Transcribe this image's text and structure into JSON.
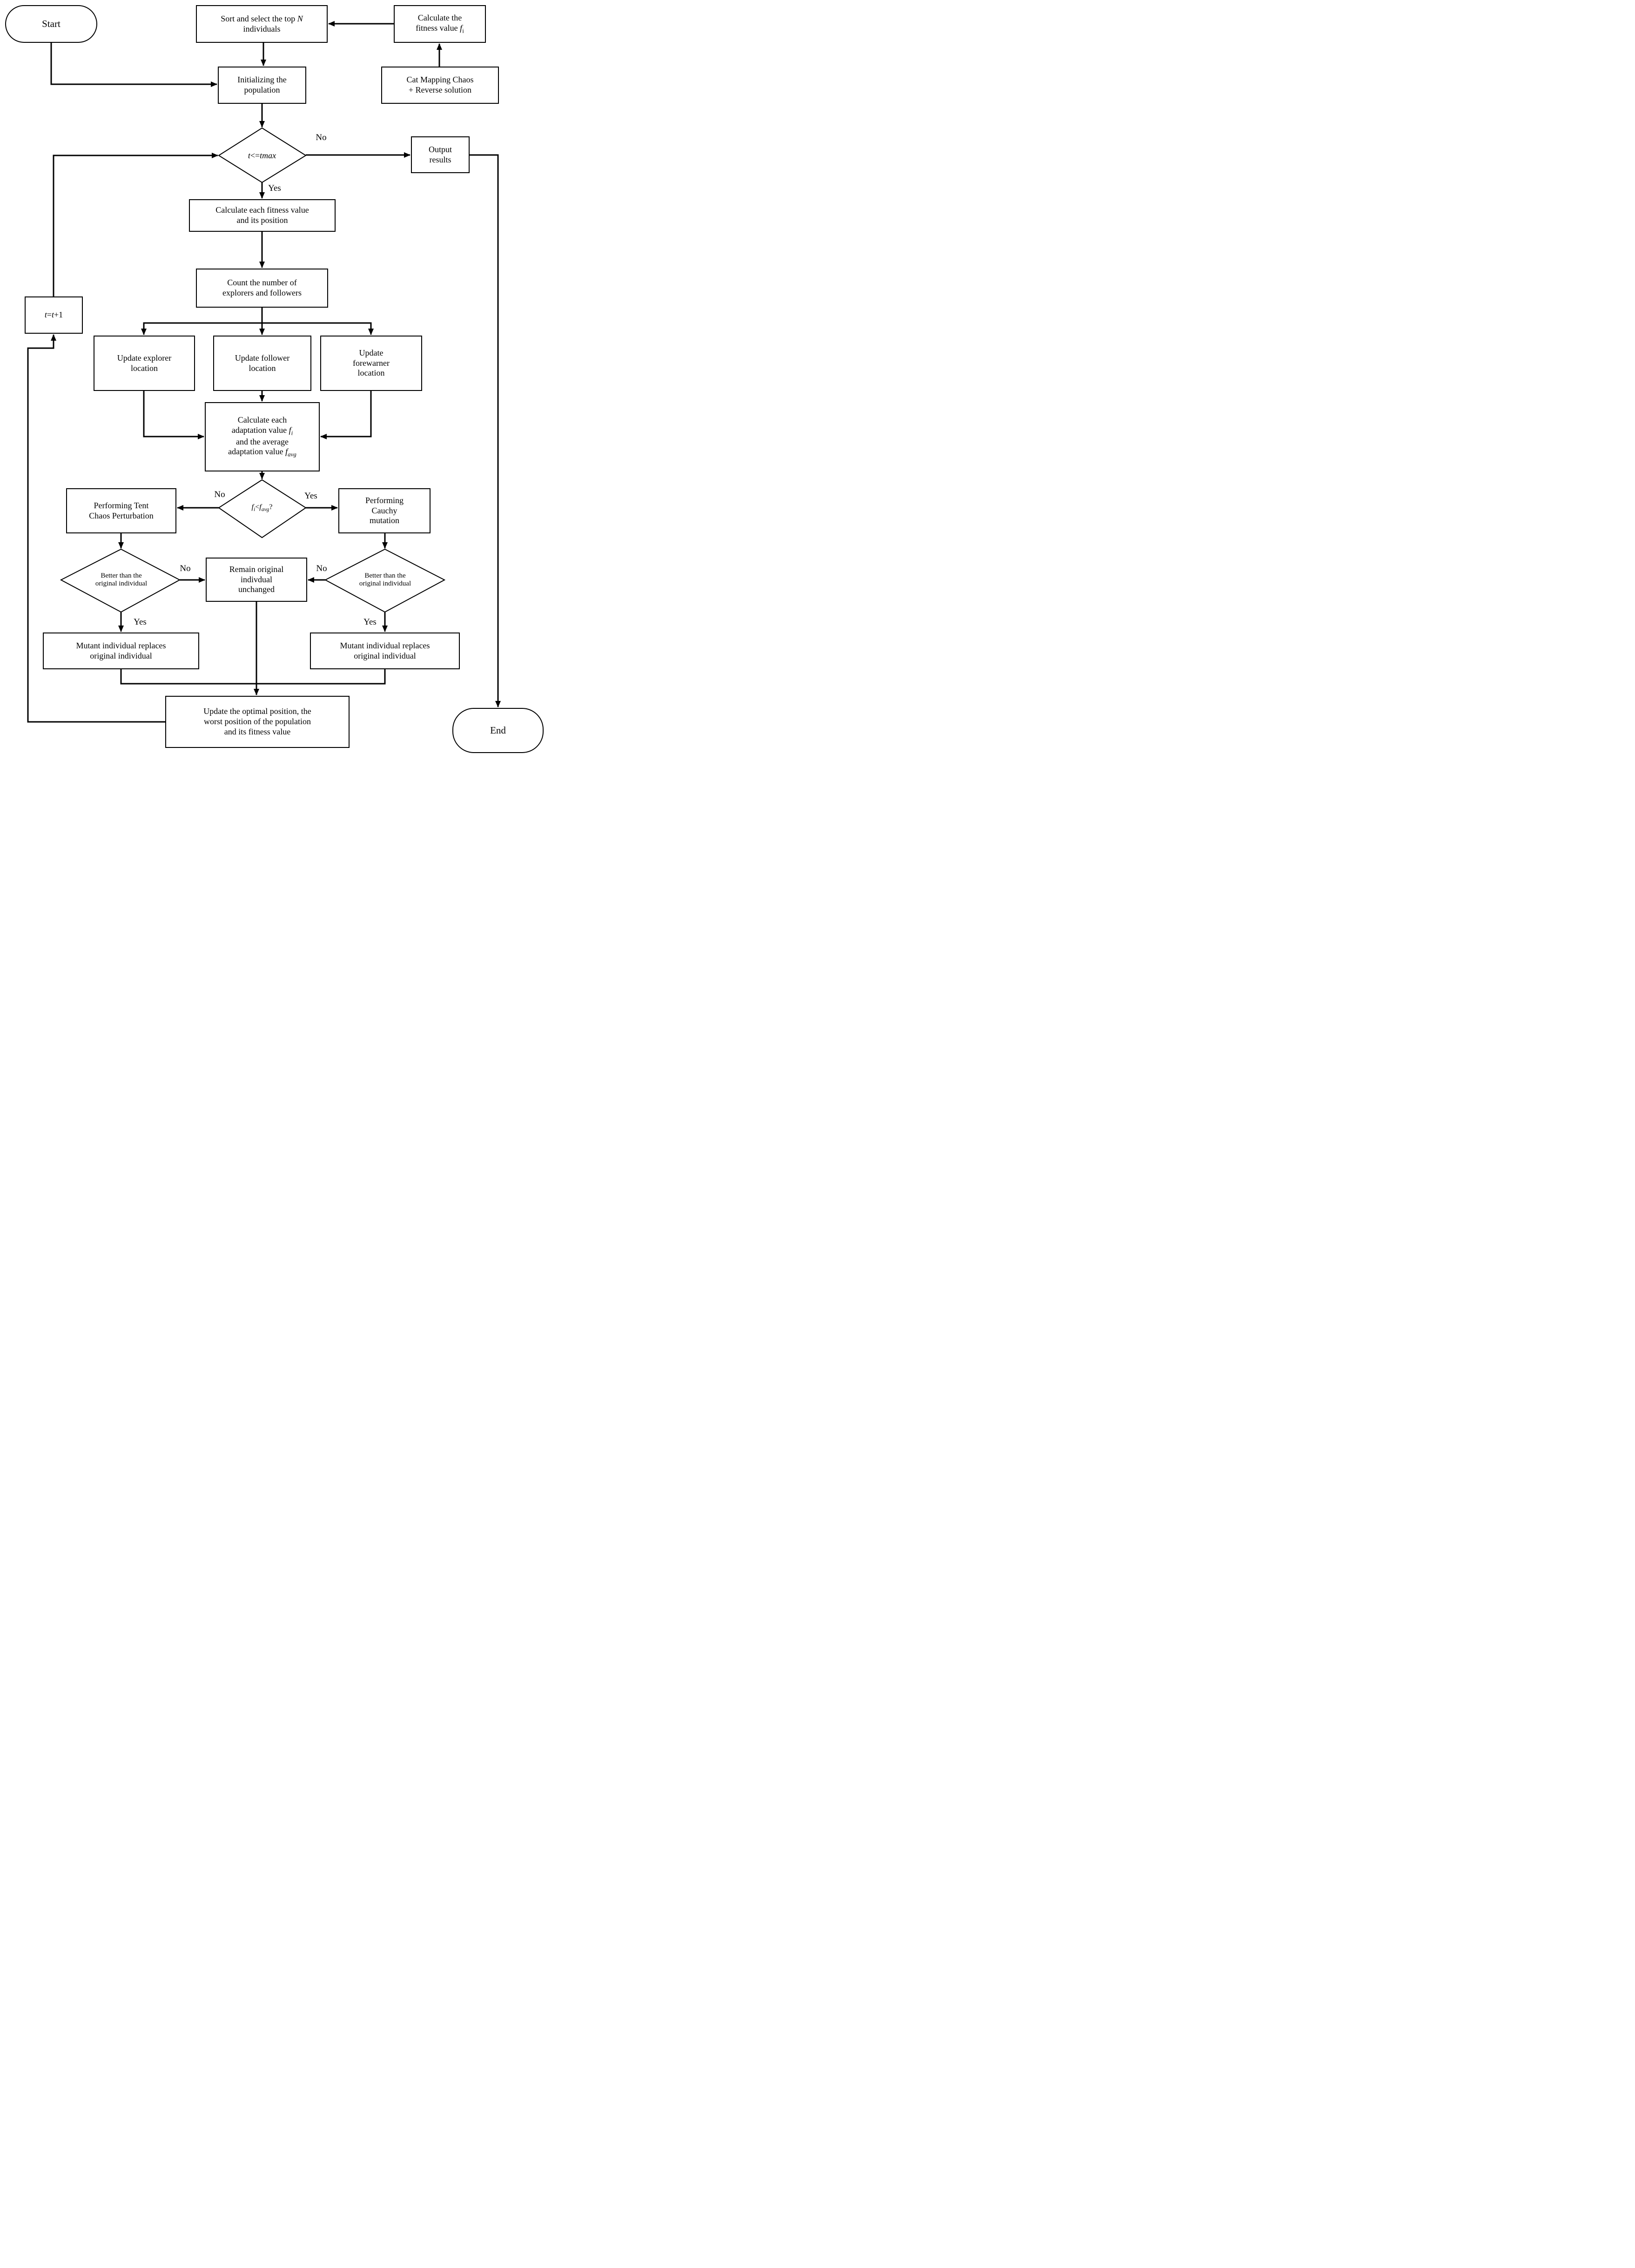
{
  "figure": {
    "background_color": "#ffffff",
    "line_color": "#000000",
    "type": "flowchart"
  },
  "nodes": {
    "start": {
      "type": "terminator",
      "label": "Start"
    },
    "sort": {
      "type": "process",
      "label": "Sort and select the top N individuals",
      "rich": "Sort and select the top <i>N</i><br>individuals"
    },
    "calc_fitness": {
      "type": "process",
      "label": "Calculate the fitness value fi",
      "rich": "Calculate the<br>fitness value <i>f</i><sub>i</sub>"
    },
    "initializing": {
      "type": "process",
      "label": "Initializing the population",
      "rich": "Initializing the<br>population"
    },
    "cat_mapping": {
      "type": "process",
      "label": "Cat Mapping Chaos + Reverse solution",
      "rich": "Cat Mapping Chaos<br>+ Reverse solution"
    },
    "tmax_decision": {
      "type": "decision",
      "label": "t<=tmax",
      "rich": "<i>t</i>&lt;=<i>tmax</i>"
    },
    "output": {
      "type": "process",
      "label": "Output results",
      "rich": "Output<br>results"
    },
    "calc_each": {
      "type": "process",
      "label": "Calculate each fitness value and its position",
      "rich": "Calculate each fitness value<br>and its position"
    },
    "count": {
      "type": "process",
      "label": "Count the number of explorers and followers",
      "rich": "Count the number of<br>explorers and followers"
    },
    "t_plus_one": {
      "type": "process",
      "label": "t=t+1",
      "rich": "<i>t</i>=<i>t</i>+1"
    },
    "explorer": {
      "type": "process",
      "label": "Update explorer location",
      "rich": "Update explorer<br>location"
    },
    "follower": {
      "type": "process",
      "label": "Update follower location",
      "rich": "Update follower<br>location"
    },
    "forewarner": {
      "type": "process",
      "label": "Update forewarner location",
      "rich": "Update<br>forewarner<br>location"
    },
    "adaptation": {
      "type": "process",
      "label": "Calculate each adaptation value fi and the average adaptation value favg",
      "rich": "Calculate each<br>adaptation value <i>f<sub>i</sub></i><br>and the average<br>adaptation value <i>f<sub>avg</sub></i>"
    },
    "favg_decision": {
      "type": "decision",
      "label": "fi<favg?",
      "rich": "<i>f<sub>i</sub></i>&lt;<i>f<sub>avg</sub></i>?"
    },
    "tent": {
      "type": "process",
      "label": "Performing Tent Chaos Perturbation",
      "rich": "Performing Tent<br>Chaos Perturbation"
    },
    "cauchy": {
      "type": "process",
      "label": "Performing Cauchy mutation",
      "rich": "Performing<br>Cauchy<br>mutation"
    },
    "better_left": {
      "type": "decision",
      "label": "Better than the original individual",
      "rich": "Better than the<br>original individual"
    },
    "better_right": {
      "type": "decision",
      "label": "Better than the original individual",
      "rich": "Better than the<br>original individual"
    },
    "remain": {
      "type": "process",
      "label": "Remain original indivdual unchanged",
      "rich": "Remain original<br>indivdual<br>unchanged"
    },
    "mutant_left": {
      "type": "process",
      "label": "Mutant individual replaces original individual",
      "rich": "Mutant individual replaces<br>original individual"
    },
    "mutant_right": {
      "type": "process",
      "label": "Mutant individual replaces original individual",
      "rich": "Mutant individual replaces<br>original individual"
    },
    "update_best": {
      "type": "process",
      "label": "Update the optimal position, the worst position of the population and its fitness value",
      "rich": "Update the optimal position, the<br>worst position of the population<br>and its fitness value"
    },
    "end": {
      "type": "terminator",
      "label": "End"
    }
  },
  "branch_labels": {
    "tmax_no": "No",
    "tmax_yes": "Yes",
    "favg_no": "No",
    "favg_yes": "Yes",
    "better_left_no": "No",
    "better_left_yes": "Yes",
    "better_right_no": "No",
    "better_right_yes": "Yes"
  },
  "edges": [
    {
      "from": "start",
      "to": "initializing"
    },
    {
      "from": "calc_fitness",
      "to": "sort"
    },
    {
      "from": "sort",
      "to": "initializing"
    },
    {
      "from": "cat_mapping",
      "to": "calc_fitness"
    },
    {
      "from": "initializing",
      "to": "tmax_decision"
    },
    {
      "from": "tmax_decision",
      "to": "output",
      "label": "No"
    },
    {
      "from": "tmax_decision",
      "to": "calc_each",
      "label": "Yes"
    },
    {
      "from": "output",
      "to": "end"
    },
    {
      "from": "calc_each",
      "to": "count"
    },
    {
      "from": "count",
      "to": "explorer"
    },
    {
      "from": "count",
      "to": "follower"
    },
    {
      "from": "count",
      "to": "forewarner"
    },
    {
      "from": "explorer",
      "to": "adaptation"
    },
    {
      "from": "follower",
      "to": "adaptation"
    },
    {
      "from": "forewarner",
      "to": "adaptation"
    },
    {
      "from": "adaptation",
      "to": "favg_decision"
    },
    {
      "from": "favg_decision",
      "to": "tent",
      "label": "No"
    },
    {
      "from": "favg_decision",
      "to": "cauchy",
      "label": "Yes"
    },
    {
      "from": "tent",
      "to": "better_left"
    },
    {
      "from": "cauchy",
      "to": "better_right"
    },
    {
      "from": "better_left",
      "to": "remain",
      "label": "No"
    },
    {
      "from": "better_left",
      "to": "mutant_left",
      "label": "Yes"
    },
    {
      "from": "better_right",
      "to": "remain",
      "label": "No"
    },
    {
      "from": "better_right",
      "to": "mutant_right",
      "label": "Yes"
    },
    {
      "from": "remain",
      "to": "update_best"
    },
    {
      "from": "mutant_left",
      "to": "update_best"
    },
    {
      "from": "mutant_right",
      "to": "update_best"
    },
    {
      "from": "update_best",
      "to": "t_plus_one"
    },
    {
      "from": "t_plus_one",
      "to": "tmax_decision"
    }
  ]
}
